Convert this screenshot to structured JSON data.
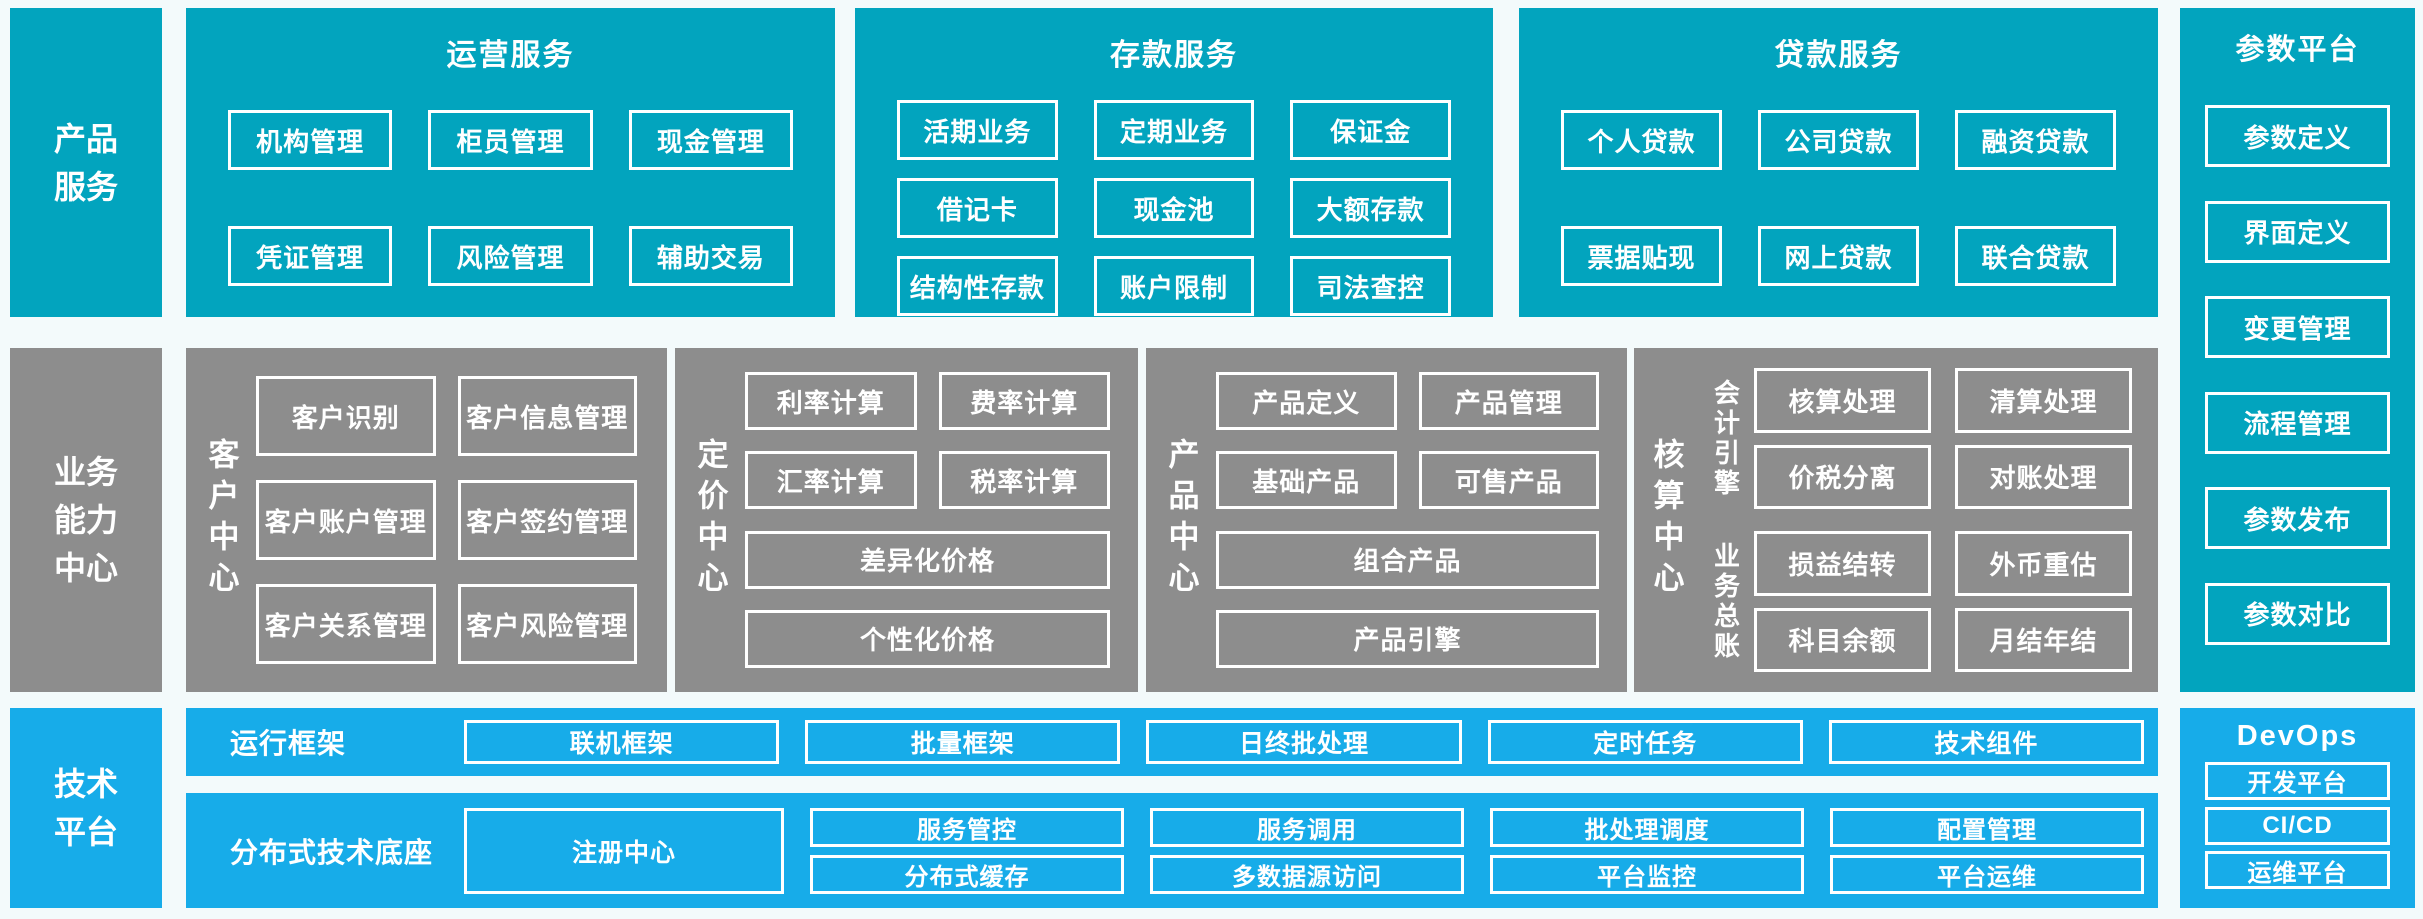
{
  "palette": {
    "teal": "#02a4be",
    "blue": "#17ace9",
    "gray": "#8d8d8d",
    "background": "#f3fafb",
    "text": "#ffffff"
  },
  "rails": {
    "product_services": "产品\n服务",
    "business_capability": "业务\n能力\n中心",
    "tech_platform": "技术\n平台"
  },
  "operation_services": {
    "title": "运营服务",
    "items": [
      "机构管理",
      "柜员管理",
      "现金管理",
      "凭证管理",
      "风险管理",
      "辅助交易"
    ]
  },
  "deposit_services": {
    "title": "存款服务",
    "items": [
      "活期业务",
      "定期业务",
      "保证金",
      "借记卡",
      "现金池",
      "大额存款",
      "结构性存款",
      "账户限制",
      "司法查控"
    ]
  },
  "loan_services": {
    "title": "贷款服务",
    "items": [
      "个人贷款",
      "公司贷款",
      "融资贷款",
      "票据贴现",
      "网上贷款",
      "联合贷款"
    ]
  },
  "parameter_platform": {
    "title": "参数平台",
    "items": [
      "参数定义",
      "界面定义",
      "变更管理",
      "流程管理",
      "参数发布",
      "参数对比"
    ]
  },
  "customer_center": {
    "label": "客户中心",
    "items": [
      "客户识别",
      "客户信息管理",
      "客户账户管理",
      "客户签约管理",
      "客户关系管理",
      "客户风险管理"
    ]
  },
  "pricing_center": {
    "label": "定价中心",
    "items": [
      "利率计算",
      "费率计算",
      "汇率计算",
      "税率计算"
    ],
    "wide_items": [
      "差异化价格",
      "个性化价格"
    ]
  },
  "product_center": {
    "label": "产品中心",
    "items": [
      "产品定义",
      "产品管理",
      "基础产品",
      "可售产品"
    ],
    "wide_items": [
      "组合产品",
      "产品引擎"
    ]
  },
  "accounting_center": {
    "label": "核算中心",
    "groups": [
      {
        "label": "会计引擎",
        "items": [
          "核算处理",
          "清算处理",
          "价税分离",
          "对账处理"
        ]
      },
      {
        "label": "业务总账",
        "items": [
          "损益结转",
          "外币重估",
          "科目余额",
          "月结年结"
        ]
      }
    ]
  },
  "run_framework": {
    "label": "运行框架",
    "items": [
      "联机框架",
      "批量框架",
      "日终批处理",
      "定时任务",
      "技术组件"
    ]
  },
  "distributed_base": {
    "label": "分布式技术底座",
    "registry": "注册中心",
    "row1": [
      "服务管控",
      "服务调用",
      "批处理调度",
      "配置管理"
    ],
    "row2": [
      "分布式缓存",
      "多数据源访问",
      "平台监控",
      "平台运维"
    ]
  },
  "devops": {
    "title": "DevOps",
    "items": [
      "开发平台",
      "CI/CD",
      "运维平台"
    ]
  }
}
